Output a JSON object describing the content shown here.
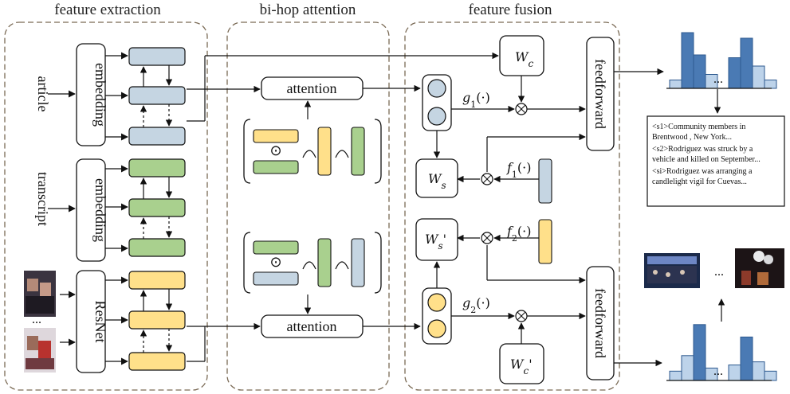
{
  "sections": {
    "feature_extraction": "feature extraction",
    "bihop_attention": "bi-hop attention",
    "feature_fusion": "feature fusion"
  },
  "inputs": {
    "article": "article",
    "transcript": "transcript",
    "frames_ellipsis": "..."
  },
  "encoders": {
    "article": "embedding",
    "transcript": "embedding",
    "frames": "ResNet"
  },
  "attention": {
    "top": "attention",
    "bottom": "attention",
    "dot_symbol": "⊙"
  },
  "fusion": {
    "wc": "W",
    "wc_sub": "c",
    "ws": "W",
    "ws_sub": "s",
    "ws_prime": "W",
    "ws_prime_sub": "s",
    "wc_prime": "W",
    "wc_prime_sub": "c",
    "prime": "'",
    "g1": "g",
    "g1_sub": "1",
    "g2": "g",
    "g2_sub": "2",
    "f1": "f",
    "f1_sub": "1",
    "f2": "f",
    "f2_sub": "2",
    "func_arg": "(·)",
    "otimes": "⊗",
    "feedforward_top": "feedforward",
    "feedforward_bottom": "feedforward"
  },
  "summary_lines": [
    "<s1>Community members in",
    "Brentwood , New York...",
    "<s2>Rodriguez was struck by a",
    "vehicle and killed on September...",
    "<si>Rodriguez was arranging a",
    "candlelight vigil for Cuevas..."
  ],
  "histogram_top": {
    "ellipsis": "...",
    "bars_left": [
      0.15,
      1.0,
      0.6,
      0.25
    ],
    "bars_right": [
      0.55,
      0.9,
      0.4,
      0.15
    ]
  },
  "histogram_bottom": {
    "ellipsis": "...",
    "bars_left": [
      0.15,
      0.4,
      0.9,
      0.2
    ],
    "bars_right": [
      0.25,
      0.7,
      0.3,
      0.15
    ]
  },
  "output_frames_ellipsis": "...",
  "colors": {
    "text_blue": "#c5d5e2",
    "speech_green": "#a9d08e",
    "image_yellow": "#ffe08a",
    "bar_dark": "#4a7ab4",
    "bar_light": "#bdd3ea",
    "dashed": "#7a6a55"
  }
}
